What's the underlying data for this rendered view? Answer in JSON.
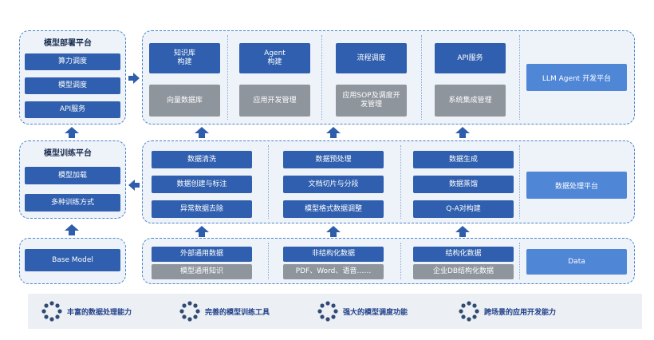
{
  "deploy_platform": {
    "title": "模型部署平台",
    "items": [
      "算力调度",
      "模型调度",
      "API服务"
    ]
  },
  "train_platform": {
    "title": "模型训练平台",
    "items": [
      "模型加载",
      "多种训练方式"
    ]
  },
  "base_model": {
    "label": "Base Model"
  },
  "app_platform": {
    "knowledge_build": "知识库\n构建",
    "vector_db": "向量数据库",
    "agent_build": "Agent\n构建",
    "app_dev": "应用开发管理",
    "flow_sched": "流程调度",
    "sop_dev": "应用SOP及调度开\n发管理",
    "api_service": "API服务",
    "sys_integration": "系统集成管理",
    "label": "LLM Agent 开发平台"
  },
  "data_platform": {
    "col1": [
      "数据清洗",
      "数据创建与标注",
      "异常数据去除"
    ],
    "col2": [
      "数据预处理",
      "文档切片与分段",
      "模型格式数据调整"
    ],
    "col3": [
      "数据生成",
      "数据蒸馏",
      "Q-A对构建"
    ],
    "label": "数据处理平台"
  },
  "data_sources": {
    "external": "外部通用数据",
    "general_knowledge": "模型通用知识",
    "unstructured": "非结构化数据",
    "formats": "PDF、Word、语音……",
    "structured": "结构化数据",
    "enterprise_db": "企业DB结构化数据",
    "label": "Data"
  },
  "features": [
    "丰富的数据处理能力",
    "完善的模型训练工具",
    "强大的模型调度功能",
    "跨场景的应用开发能力"
  ],
  "colors": {
    "dark_blue": "#2f5fae",
    "light_blue": "#4f86d6",
    "gray": "#8f959d",
    "panel_border": "#4a82c9",
    "arrow": "#2e5eaa"
  }
}
